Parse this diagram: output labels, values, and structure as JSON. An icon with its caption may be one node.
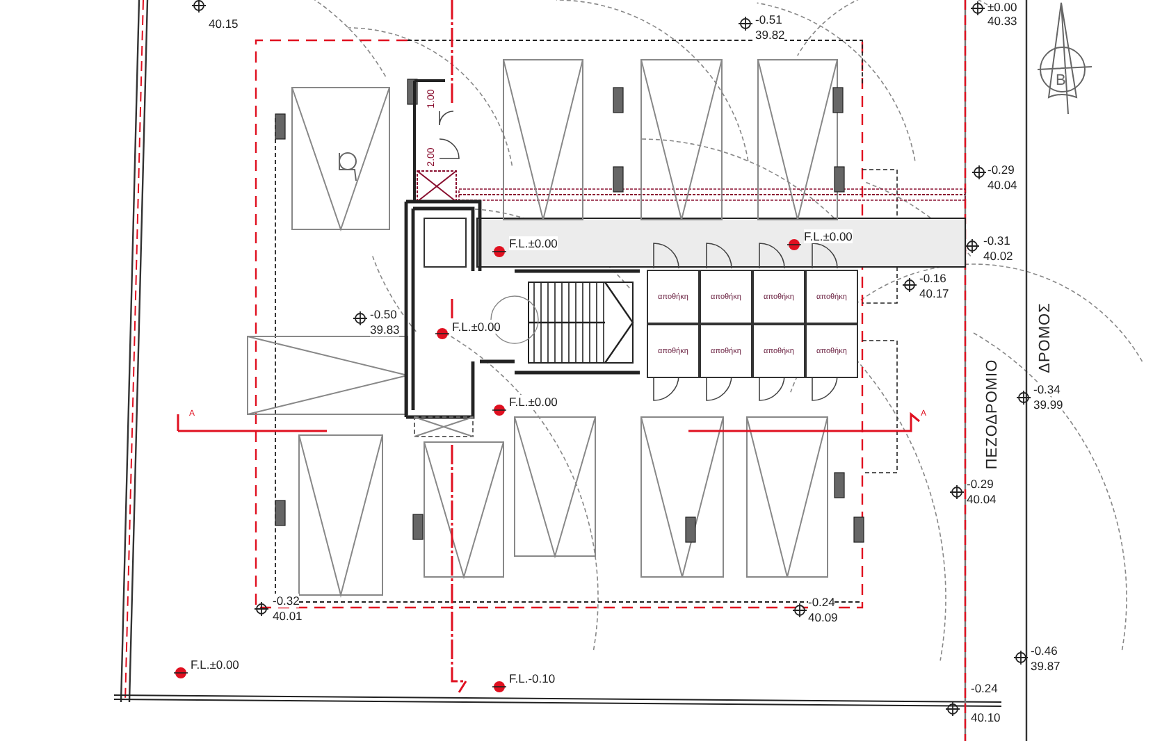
{
  "diagram": {
    "nodes": [
      {
        "text": [
          "αποθήκη"
        ]
      },
      {
        "text": [
          "αποθήκη"
        ]
      },
      {
        "text": [
          "αποθήκη"
        ]
      },
      {
        "text": [
          "αποθήκη"
        ]
      },
      {
        "text": [
          "αποθήκη"
        ]
      },
      {
        "text": [
          "αποθήκη"
        ]
      },
      {
        "text": [
          "αποθήκη"
        ]
      },
      {
        "text": [
          "αποθήκη"
        ]
      }
    ],
    "labels": [
      "40.15",
      "±0.00",
      "40.33",
      "-0.51",
      "39.82",
      "1.00",
      "2.00",
      "Β",
      "F.L.±0.00",
      "F.L.±0.00",
      "-0.29",
      "40.04",
      "-0.31",
      "40.02",
      "-0.16",
      "40.17",
      "-0.50",
      "39.83",
      "F.L.±0.00",
      "ΔΡΟΜΟΣ",
      "-0.34",
      "39.99",
      "ΠΕΖΟΔΡΟΜΙΟ",
      "A",
      "A",
      "F.L.±0.00",
      "-0.29",
      "40.04",
      "-0.32",
      "40.01",
      "-0.24",
      "40.09",
      "F.L.±0.00",
      "F.L.-0.10",
      "-0.46",
      "39.87",
      "-0.24",
      "40.10"
    ]
  }
}
